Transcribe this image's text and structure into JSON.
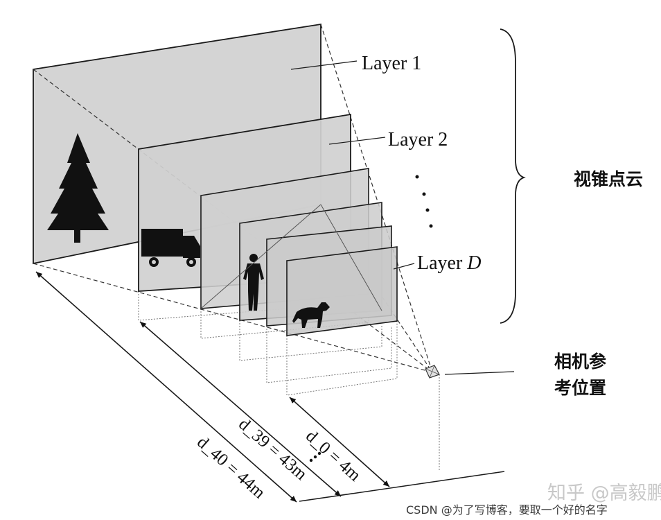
{
  "layers": {
    "layer_1": "Layer 1",
    "layer_2": "Layer 2",
    "layer_d_prefix": "Layer ",
    "layer_d_var": "D"
  },
  "annotations": {
    "frustum_point_cloud": "视锥点云",
    "camera_ref_line1": "相机参",
    "camera_ref_line2": "考位置"
  },
  "distances": {
    "d40": "d_40 = 44m",
    "d39": "d_39 = 43m",
    "d0": "d_0 = 4m"
  },
  "watermarks": {
    "zhihu": "知乎 @高毅鹏",
    "csdn": "CSDN @为了写博客，要取一个好的名字"
  },
  "colors": {
    "plane_fill": "#d4d4d4",
    "line": "#1a1a1a",
    "silhouette": "#111111"
  }
}
